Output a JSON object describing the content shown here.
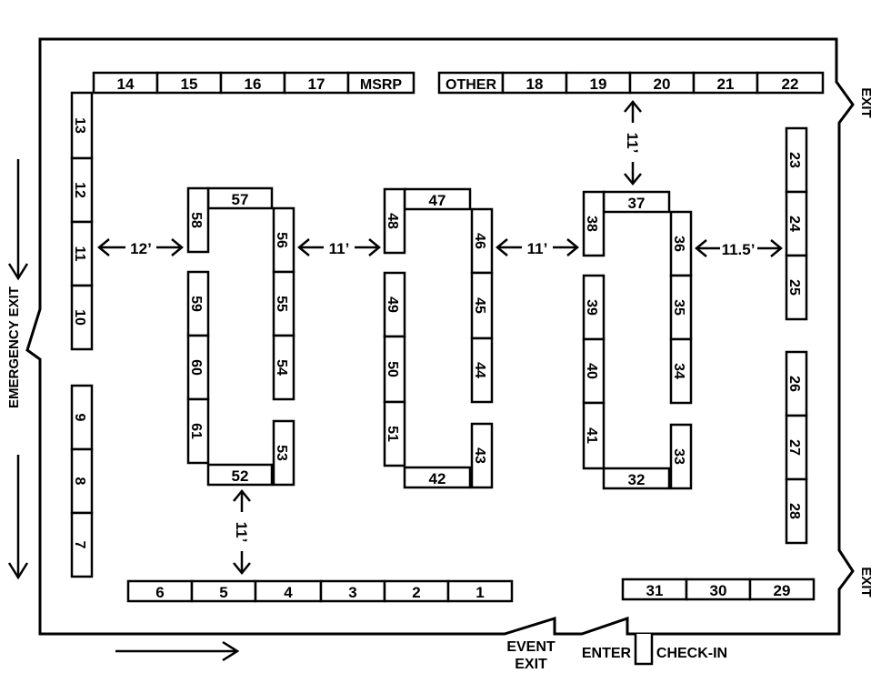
{
  "labels": {
    "exit_top": "EXIT",
    "exit_bottom": "EXIT",
    "emergency_exit": "EMERGENCY EXIT",
    "event_exit_line1": "EVENT",
    "event_exit_line2": "EXIT",
    "enter": "ENTER",
    "check_in": "CHECK-IN"
  },
  "dimensions": {
    "d_12": "12’",
    "d_11_a": "11’",
    "d_11_b": "11’",
    "d_11_top": "11’",
    "d_11_bottom": "11’",
    "d_11_5": "11.5’"
  },
  "booths": {
    "b1": "1",
    "b2": "2",
    "b3": "3",
    "b4": "4",
    "b5": "5",
    "b6": "6",
    "b7": "7",
    "b8": "8",
    "b9": "9",
    "b10": "10",
    "b11": "11",
    "b12": "12",
    "b13": "13",
    "b14": "14",
    "b15": "15",
    "b16": "16",
    "b17": "17",
    "msrp": "MSRP",
    "other": "OTHER",
    "b18": "18",
    "b19": "19",
    "b20": "20",
    "b21": "21",
    "b22": "22",
    "b23": "23",
    "b24": "24",
    "b25": "25",
    "b26": "26",
    "b27": "27",
    "b28": "28",
    "b29": "29",
    "b30": "30",
    "b31": "31",
    "b32": "32",
    "b33": "33",
    "b34": "34",
    "b35": "35",
    "b36": "36",
    "b37": "37",
    "b38": "38",
    "b39": "39",
    "b40": "40",
    "b41": "41",
    "b42": "42",
    "b43": "43",
    "b44": "44",
    "b45": "45",
    "b46": "46",
    "b47": "47",
    "b48": "48",
    "b49": "49",
    "b50": "50",
    "b51": "51",
    "b52": "52",
    "b53": "53",
    "b54": "54",
    "b55": "55",
    "b56": "56",
    "b57": "57",
    "b58": "58",
    "b59": "59",
    "b60": "60",
    "b61": "61"
  }
}
